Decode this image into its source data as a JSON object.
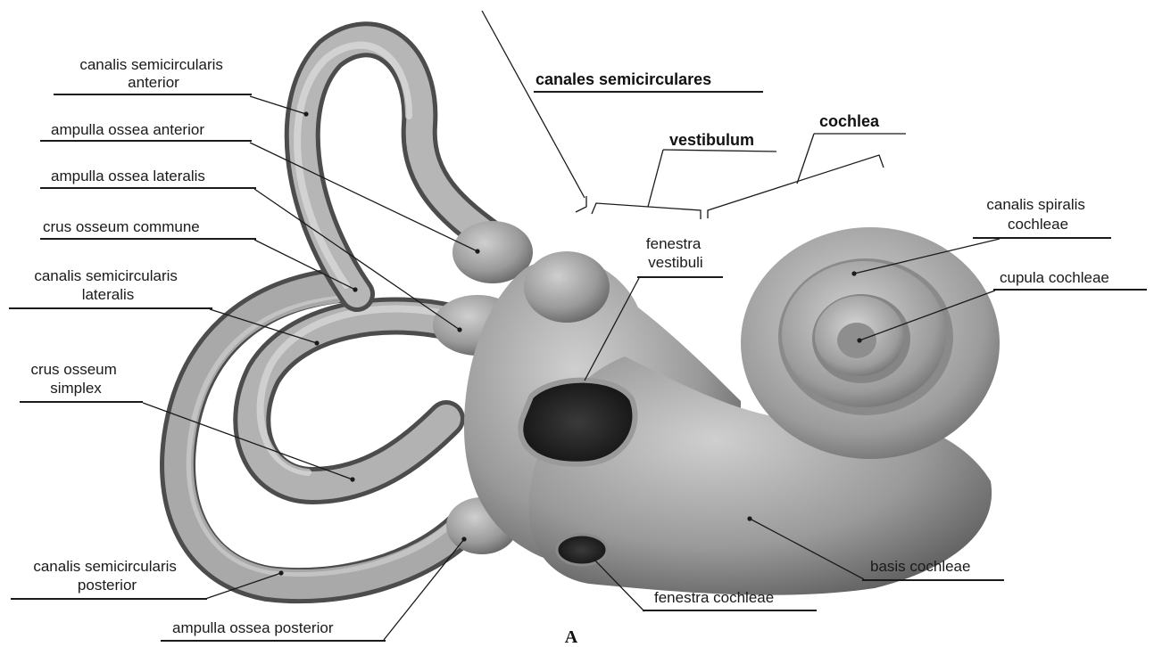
{
  "figure_letter": "A",
  "labels": {
    "canalis_semicircularis_anterior": [
      "canalis semicircularis",
      "anterior"
    ],
    "ampulla_ossea_anterior": "ampulla ossea anterior",
    "ampulla_ossea_lateralis": "ampulla ossea lateralis",
    "crus_osseum_commune": "crus osseum commune",
    "canalis_semicircularis_lateralis": [
      "canalis semicircularis",
      "lateralis"
    ],
    "crus_osseum_simplex": [
      "crus osseum",
      "simplex"
    ],
    "canalis_semicircularis_posterior": [
      "canalis semicircularis",
      "posterior"
    ],
    "ampulla_ossea_posterior": "ampulla ossea posterior",
    "canales_semicirculares": "canales semicirculares",
    "vestibulum": "vestibulum",
    "cochlea": "cochlea",
    "fenestra_vestibuli": [
      "fenestra",
      "vestibuli"
    ],
    "canalis_spiralis_cochleae": [
      "canalis spiralis",
      "cochleae"
    ],
    "cupula_cochleae": "cupula cochleae",
    "basis_cochleae": "basis cochleae",
    "fenestra_cochleae": "fenestra cochleae"
  }
}
